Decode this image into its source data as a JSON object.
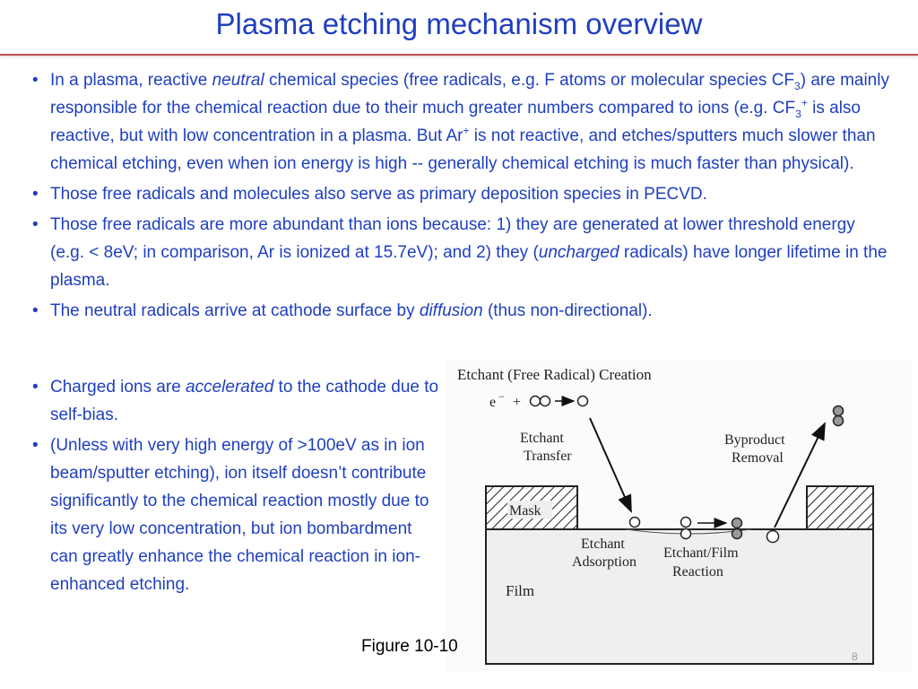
{
  "title": "Plasma etching mechanism overview",
  "top_bullets": {
    "b1": {
      "t1": "In a plasma, reactive ",
      "t2": "neutral",
      "t3": " chemical species (free radicals, e.g. F atoms or molecular species CF",
      "t4": "3",
      "t5": ") are mainly responsible for the chemical reaction due to their much greater numbers compared to ions (e.g. CF",
      "t6": "3",
      "t7": "+",
      "t8": " is also reactive, but with low concentration in a plasma. But Ar",
      "t9": "+",
      "t10": " is not reactive, and etches/sputters much slower than chemical etching, even when ion energy is high  --  generally chemical etching is much faster than physical)."
    },
    "b2": "Those free radicals and molecules also serve as primary deposition species in PECVD.",
    "b3": {
      "t1": "Those free radicals are more abundant than ions because: 1) they are generated at lower threshold energy (e.g. < 8eV; in comparison, Ar is ionized at 15.7eV); and 2) they (",
      "t2": "uncharged",
      "t3": " radicals) have longer lifetime in the plasma."
    },
    "b4": {
      "t1": "The neutral radicals arrive at cathode surface by ",
      "t2": "diffusion",
      "t3": " (thus non-directional)."
    }
  },
  "left_bullets": {
    "b1": {
      "t1": "Charged ions are ",
      "t2": "accelerated",
      "t3": " to the cathode due to self-bias."
    },
    "b2": "(Unless with very high energy of >100eV as in ion beam/sputter etching), ion itself doesn’t contribute significantly to the chemical reaction mostly due to its very low concentration, but ion bombardment can greatly enhance the chemical reaction in ion-enhanced etching."
  },
  "figure": {
    "heading": "Etchant (Free Radical) Creation",
    "reaction_e": "e",
    "reaction_minus": "−",
    "reaction_plus": "+",
    "etchant_transfer_1": "Etchant",
    "etchant_transfer_2": "Transfer",
    "byproduct_1": "Byproduct",
    "byproduct_2": "Removal",
    "mask": "Mask",
    "adsorption_1": "Etchant",
    "adsorption_2": "Adsorption",
    "reaction_1": "Etchant/Film",
    "reaction_2": "Reaction",
    "film": "Film",
    "caption": "Figure 10-10"
  },
  "page_number": "8"
}
